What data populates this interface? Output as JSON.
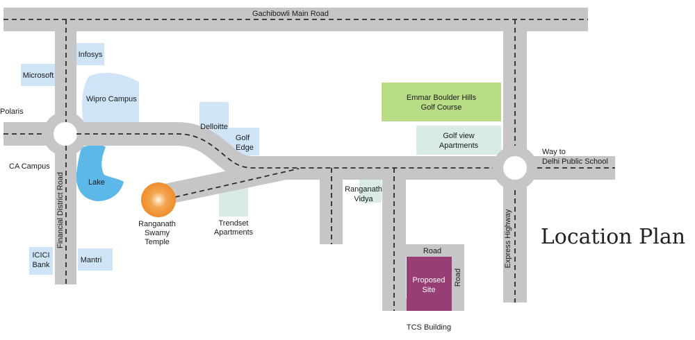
{
  "title": "Location Plan",
  "colors": {
    "road": "#c6c6c6",
    "road_dash": "#2b2b2b",
    "building": "#cfe4f7",
    "mint": "#d8ece3",
    "golf": "#b8dc86",
    "lake": "#5bb8e8",
    "site": "#973f74",
    "temple": "#f08c2c"
  },
  "roads": {
    "gachibowli": "Gachibowli Main Road",
    "financial_district": "Financial District Road",
    "express_highway": "Express Highway",
    "road_top": "Road",
    "road_side": "Road"
  },
  "places": {
    "polaris": "Polaris",
    "ca_campus": "CA Campus",
    "infosys": "Infosys",
    "microsoft": "Microsoft",
    "wipro_campus": "Wipro Campus",
    "lake": "Lake",
    "icici_bank": [
      "ICICI",
      "Bank"
    ],
    "mantri": "Mantri",
    "delloitte": "Delloitte",
    "golf_edge": [
      "Golf",
      "Edge"
    ],
    "temple": [
      "Ranganath",
      "Swamy",
      "Temple"
    ],
    "trendset": [
      "Trendset",
      "Apartments"
    ],
    "emmar": [
      "Emmar Boulder Hills",
      "Golf Course"
    ],
    "golf_view": [
      "Golf view",
      "Apartments"
    ],
    "ranganath_vidya": [
      "Ranganath",
      "Vidya"
    ],
    "way_to": [
      "Way to",
      "Delhi Public School"
    ],
    "proposed_site": [
      "Proposed",
      "Site"
    ],
    "tcs_building": "TCS Building"
  }
}
